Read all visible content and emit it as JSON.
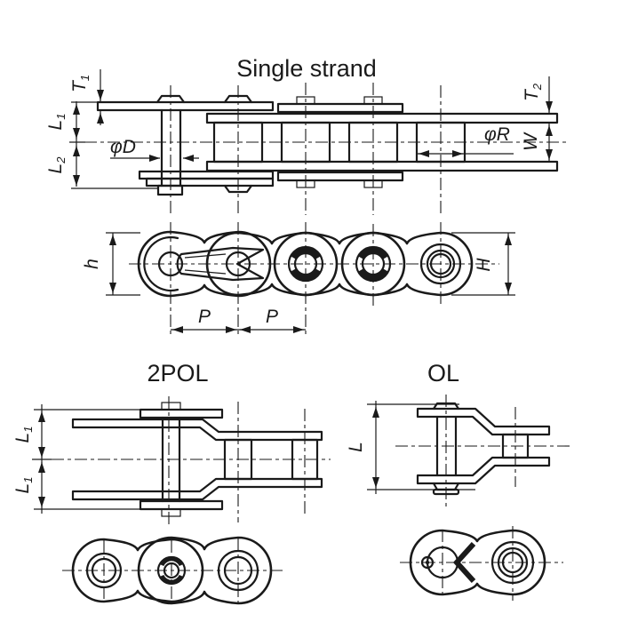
{
  "colors": {
    "ink": "#1a1a1a",
    "background": "#ffffff"
  },
  "figures": {
    "single_strand": {
      "title": "Single strand",
      "dimensions": {
        "t1": {
          "base": "T",
          "sub": "1"
        },
        "l1": {
          "base": "L",
          "sub": "1"
        },
        "l2": {
          "base": "L",
          "sub": "2"
        },
        "pin_diameter": "φD",
        "t2": {
          "base": "T",
          "sub": "2"
        },
        "roller_diameter": "φR",
        "inner_width": "W"
      }
    },
    "side_view": {
      "dimensions": {
        "inner_plate_height": "h",
        "outer_plate_height": "H",
        "pitch_left": "P",
        "pitch_right": "P"
      }
    },
    "two_pitch_offset_link": {
      "label": "2POL",
      "dimensions": {
        "l1_upper": {
          "base": "L",
          "sub": "1"
        },
        "l1_lower": {
          "base": "L",
          "sub": "1"
        }
      }
    },
    "offset_link": {
      "label": "OL",
      "dimensions": {
        "length": "L"
      }
    }
  }
}
